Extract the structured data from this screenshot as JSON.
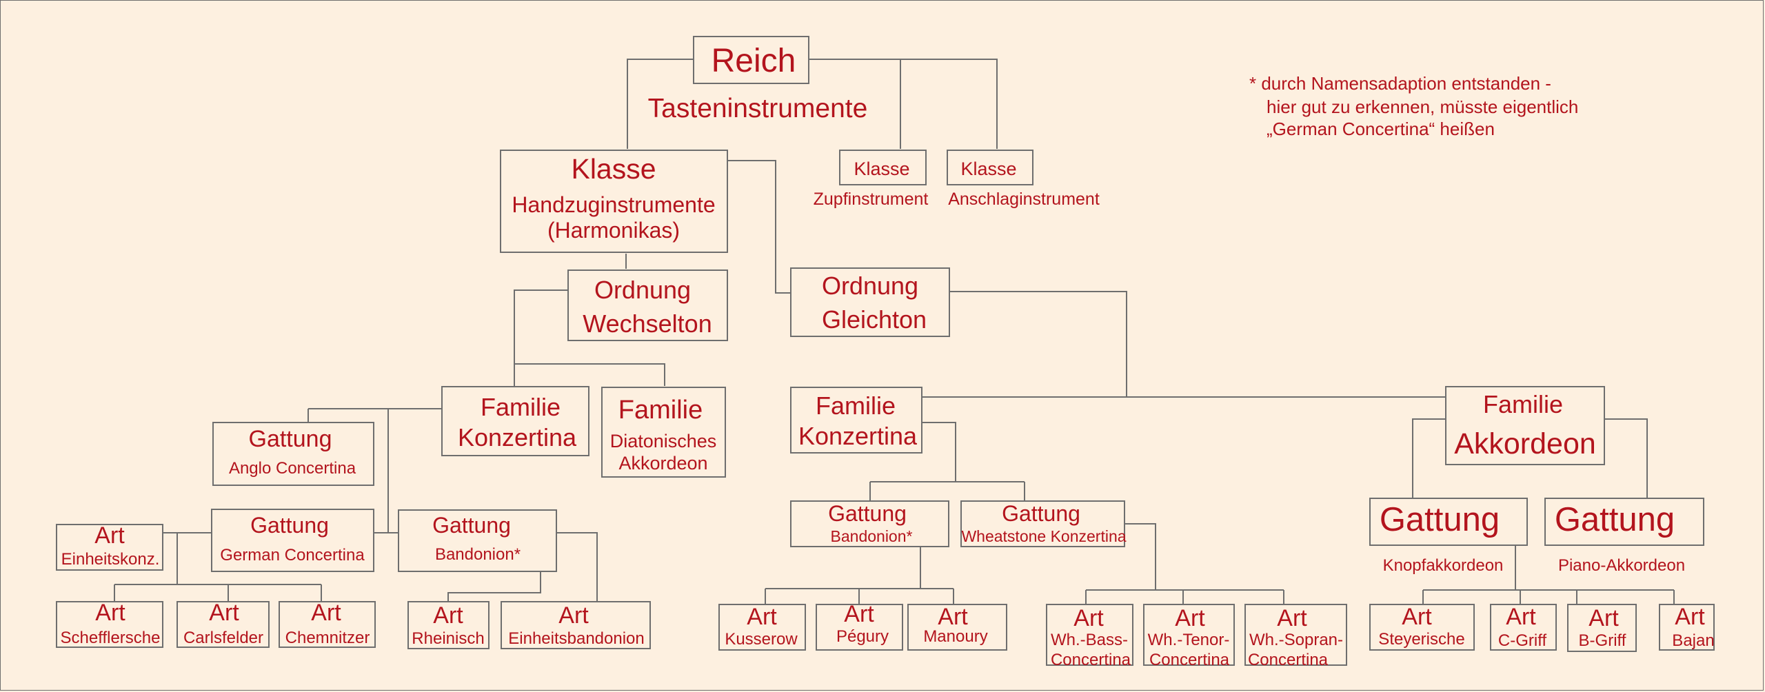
{
  "colors": {
    "text": "#b3141d",
    "line": "#6e6e6e",
    "background": "#fdf0e0"
  },
  "reich": {
    "label": "Reich",
    "name": "Tasteninstrumente"
  },
  "note": {
    "line1": "* durch Namensadaption entstanden -",
    "line2": "hier gut zu erkennen, müsste eigentlich",
    "line3": "„German Concertina“ heißen"
  },
  "klasse_main": {
    "label": "Klasse",
    "name1": "Handzuginstrumente",
    "name2": "(Harmonikas)"
  },
  "klasse_zupf": {
    "label": "Klasse",
    "name": "Zupfinstrument"
  },
  "klasse_anschlag": {
    "label": "Klasse",
    "name": "Anschlaginstrument"
  },
  "ordnung_wechselton": {
    "label": "Ordnung",
    "name": "Wechselton"
  },
  "ordnung_gleichton": {
    "label": "Ordnung",
    "name": "Gleichton"
  },
  "familie_konzertina_1": {
    "label": "Familie",
    "name": "Konzertina"
  },
  "familie_diatonisch": {
    "label": "Familie",
    "name1": "Diatonisches",
    "name2": "Akkordeon"
  },
  "familie_konzertina_2": {
    "label": "Familie",
    "name": "Konzertina"
  },
  "familie_akkordeon": {
    "label": "Familie",
    "name": "Akkordeon"
  },
  "gattung_anglo": {
    "label": "Gattung",
    "name": "Anglo Concertina"
  },
  "gattung_german": {
    "label": "Gattung",
    "name": "German Concertina"
  },
  "gattung_bandonion_1": {
    "label": "Gattung",
    "name": "Bandonion*"
  },
  "gattung_bandonion_2": {
    "label": "Gattung",
    "name": "Bandonion*"
  },
  "gattung_wheatstone": {
    "label": "Gattung",
    "name": "Wheatstone Konzertina"
  },
  "gattung_knopf": {
    "label": "Gattung",
    "name": "Knopfakkordeon"
  },
  "gattung_piano": {
    "label": "Gattung",
    "name": "Piano-Akkordeon"
  },
  "arten": {
    "label": "Art",
    "einheitskonz": "Einheitskonz.",
    "schefflersche": "Schefflersche",
    "carlsfelder": "Carlsfelder",
    "chemnitzer": "Chemnitzer",
    "rheinisch": "Rheinisch",
    "einheitsbandonion": "Einheitsbandonion",
    "kusserow": "Kusserow",
    "pegury": "Pégury",
    "manoury": "Manoury",
    "wh_bass_1": "Wh.-Bass-",
    "wh_bass_2": "Concertina",
    "wh_tenor_1": "Wh.-Tenor-",
    "wh_tenor_2": "Concertina",
    "wh_sopran_1": "Wh.-Sopran-",
    "wh_sopran_2": "Concertina",
    "steyerische": "Steyerische",
    "c_griff": "C-Griff",
    "b_griff": "B-Griff",
    "bajan": "Bajan"
  }
}
